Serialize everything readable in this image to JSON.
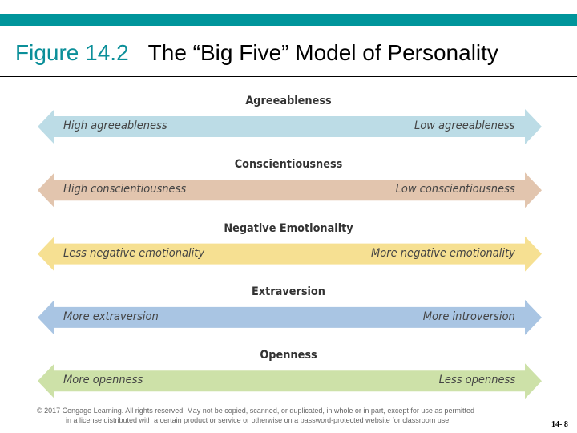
{
  "title": {
    "figure": "Figure 14.2",
    "text": "The “Big Five” Model of Personality"
  },
  "dimensions": [
    {
      "name": "Agreeableness",
      "left": "High agreeableness",
      "right": "Low agreeableness",
      "color": "#bcdce6"
    },
    {
      "name": "Conscientiousness",
      "left": "High conscientiousness",
      "right": "Low conscientiousness",
      "color": "#e2c5ae"
    },
    {
      "name": "Negative Emotionality",
      "left": "Less negative emotionality",
      "right": "More negative emotionality",
      "color": "#f6e092"
    },
    {
      "name": "Extraversion",
      "left": "More extraversion",
      "right": "More introversion",
      "color": "#a9c5e3"
    },
    {
      "name": "Openness",
      "left": "More openness",
      "right": "Less openness",
      "color": "#cde1a8"
    }
  ],
  "footer": {
    "copyright_line1": "© 2017 Cengage Learning. All rights reserved. May not be copied, scanned, or duplicated, in whole or in part, except for use as permitted",
    "copyright_line2": "in a license distributed with a certain product or service or otherwise on a password-protected website for classroom use.",
    "page_number": "14- 8"
  },
  "colors": {
    "accent_bar": "#00959b",
    "figure_number": "#0b8f99"
  }
}
